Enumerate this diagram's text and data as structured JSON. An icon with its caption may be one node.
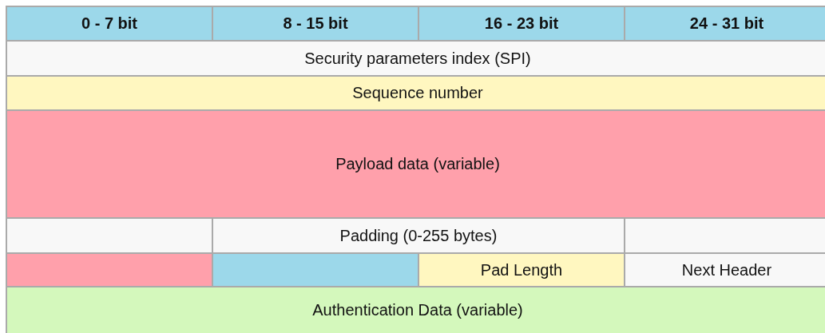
{
  "diagram": {
    "labels": [
      "0 - 7 bit",
      "8 - 15 bit",
      "16 - 23 bit",
      "24 - 31 bit",
      "Security parameters index (SPI)",
      "Sequence number",
      "Payload data (variable)",
      "Padding (0-255 bytes)",
      "Pad Length",
      "Next Header",
      "Authentication Data (variable)"
    ]
  }
}
